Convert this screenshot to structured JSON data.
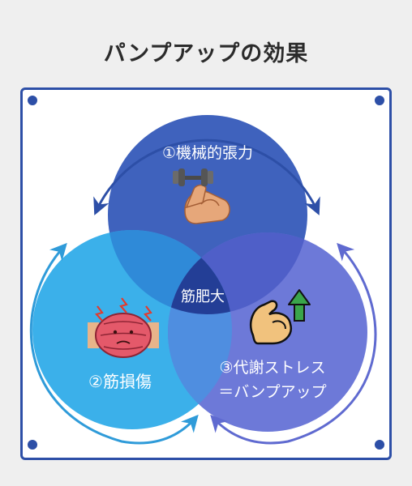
{
  "title": "パンプアップの効果",
  "center_label": "筋肥大",
  "circles": [
    {
      "label": "①機械的張力",
      "icon": "dumbbell-arm-icon"
    },
    {
      "label": "②筋損傷",
      "icon": "sore-muscle-icon"
    },
    {
      "label_lines": [
        "③代謝ストレス",
        "＝バンプアップ"
      ],
      "icon": "flexed-arm-up-arrow-icon"
    }
  ],
  "colors": {
    "top_circle": "#3f62bd",
    "left_circle": "#3bb0ea",
    "right_circle": "#6d79d8",
    "center": "#233e96",
    "frame": "#2d4fa7"
  }
}
